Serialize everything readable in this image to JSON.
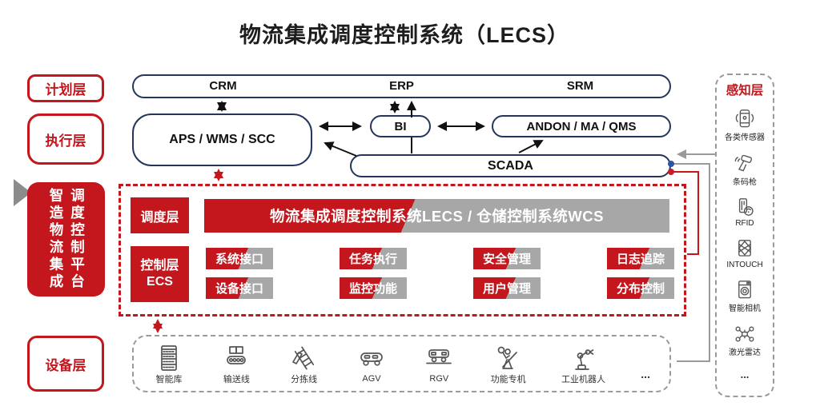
{
  "title": "物流集成调度控制系统（LECS）",
  "colors": {
    "accent_red": "#c4161d",
    "navy_border": "#25355c",
    "banner_gray": "#a7a7a7",
    "line_gray": "#9a9a9a",
    "dot_blue": "#2a57a5",
    "dot_red": "#c3202a"
  },
  "layers": {
    "planning": "计划层",
    "execution": "执行层",
    "equipment": "设备层"
  },
  "platform_label": {
    "col_left": "智造物流集成",
    "col_right": "调度控制平台"
  },
  "top_bar": {
    "labels": [
      "CRM",
      "ERP",
      "SRM"
    ]
  },
  "execution_row": {
    "aps": "APS / WMS / SCC",
    "bi": "BI",
    "andon": "ANDON / MA / QMS",
    "scada": "SCADA"
  },
  "platform": {
    "scheduling_label": "调度层",
    "banner": "物流集成调度控制系统LECS / 仓储控制系统WCS",
    "control_line1": "控制层",
    "control_line2": "ECS",
    "features": [
      [
        "系统接口",
        "任务执行",
        "安全管理",
        "日志追踪"
      ],
      [
        "设备接口",
        "监控功能",
        "用户管理",
        "分布控制"
      ]
    ]
  },
  "equipment_box": {
    "items": [
      {
        "label": "智能库",
        "icon": "rack-icon"
      },
      {
        "label": "输送线",
        "icon": "conveyor-icon"
      },
      {
        "label": "分拣线",
        "icon": "sorter-icon"
      },
      {
        "label": "AGV",
        "icon": "agv-icon"
      },
      {
        "label": "RGV",
        "icon": "rgv-icon"
      },
      {
        "label": "功能专机",
        "icon": "machine-icon"
      },
      {
        "label": "工业机器人",
        "icon": "robot-icon"
      },
      {
        "label": "...",
        "icon": "none"
      }
    ]
  },
  "perception_panel": {
    "title": "感知层",
    "items": [
      {
        "label": "各类传感器",
        "icon": "sensor-icon"
      },
      {
        "label": "条码枪",
        "icon": "barcode-gun-icon"
      },
      {
        "label": "RFID",
        "icon": "rfid-icon"
      },
      {
        "label": "INTOUCH",
        "icon": "intouch-icon"
      },
      {
        "label": "智能相机",
        "icon": "camera-icon"
      },
      {
        "label": "激光雷达",
        "icon": "lidar-icon"
      },
      {
        "label": "...",
        "icon": "none"
      }
    ]
  }
}
